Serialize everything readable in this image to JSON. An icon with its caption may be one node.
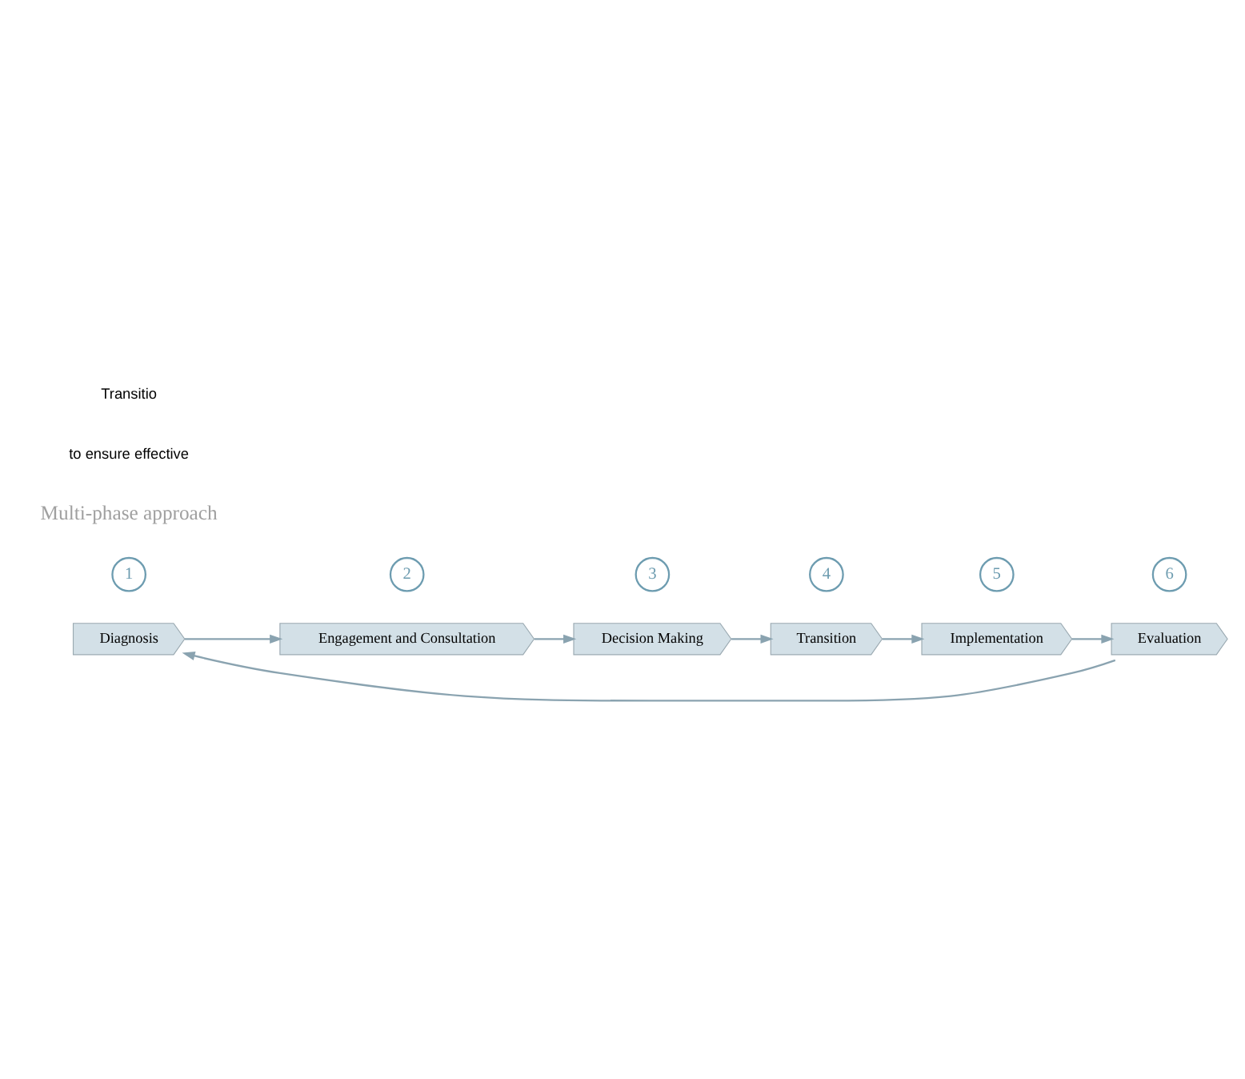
{
  "diagram": {
    "nodes": [
      {
        "text": [
          "Diagnosis"
        ]
      },
      {
        "text": [
          "Engagement and Consultation"
        ]
      },
      {
        "text": [
          "Decision Making"
        ]
      },
      {
        "text": [
          "Transition"
        ]
      },
      {
        "text": [
          "Implementation"
        ]
      },
      {
        "text": [
          "Evaluation"
        ]
      },
      {
        "text": [
          "1"
        ]
      },
      {
        "text": [
          "2"
        ]
      },
      {
        "text": [
          "3"
        ]
      },
      {
        "text": [
          "4"
        ]
      },
      {
        "text": [
          "5"
        ]
      },
      {
        "text": [
          "6"
        ]
      },
      {
        "text": [
          "Multi-phase approach"
        ]
      }
    ],
    "edges": [
      {
        "from": 0,
        "to": 1,
        "arrow": "to"
      },
      {
        "from": 1,
        "to": 2,
        "arrow": "to"
      },
      {
        "from": 2,
        "to": 3,
        "arrow": "to"
      },
      {
        "from": 3,
        "to": 4,
        "arrow": "to"
      },
      {
        "from": 4,
        "to": 5,
        "arrow": "to"
      },
      {
        "from": 5,
        "to": 0,
        "arrow": "to"
      }
    ],
    "labels": [
      "to ensure effective",
      "Transitio"
    ]
  }
}
